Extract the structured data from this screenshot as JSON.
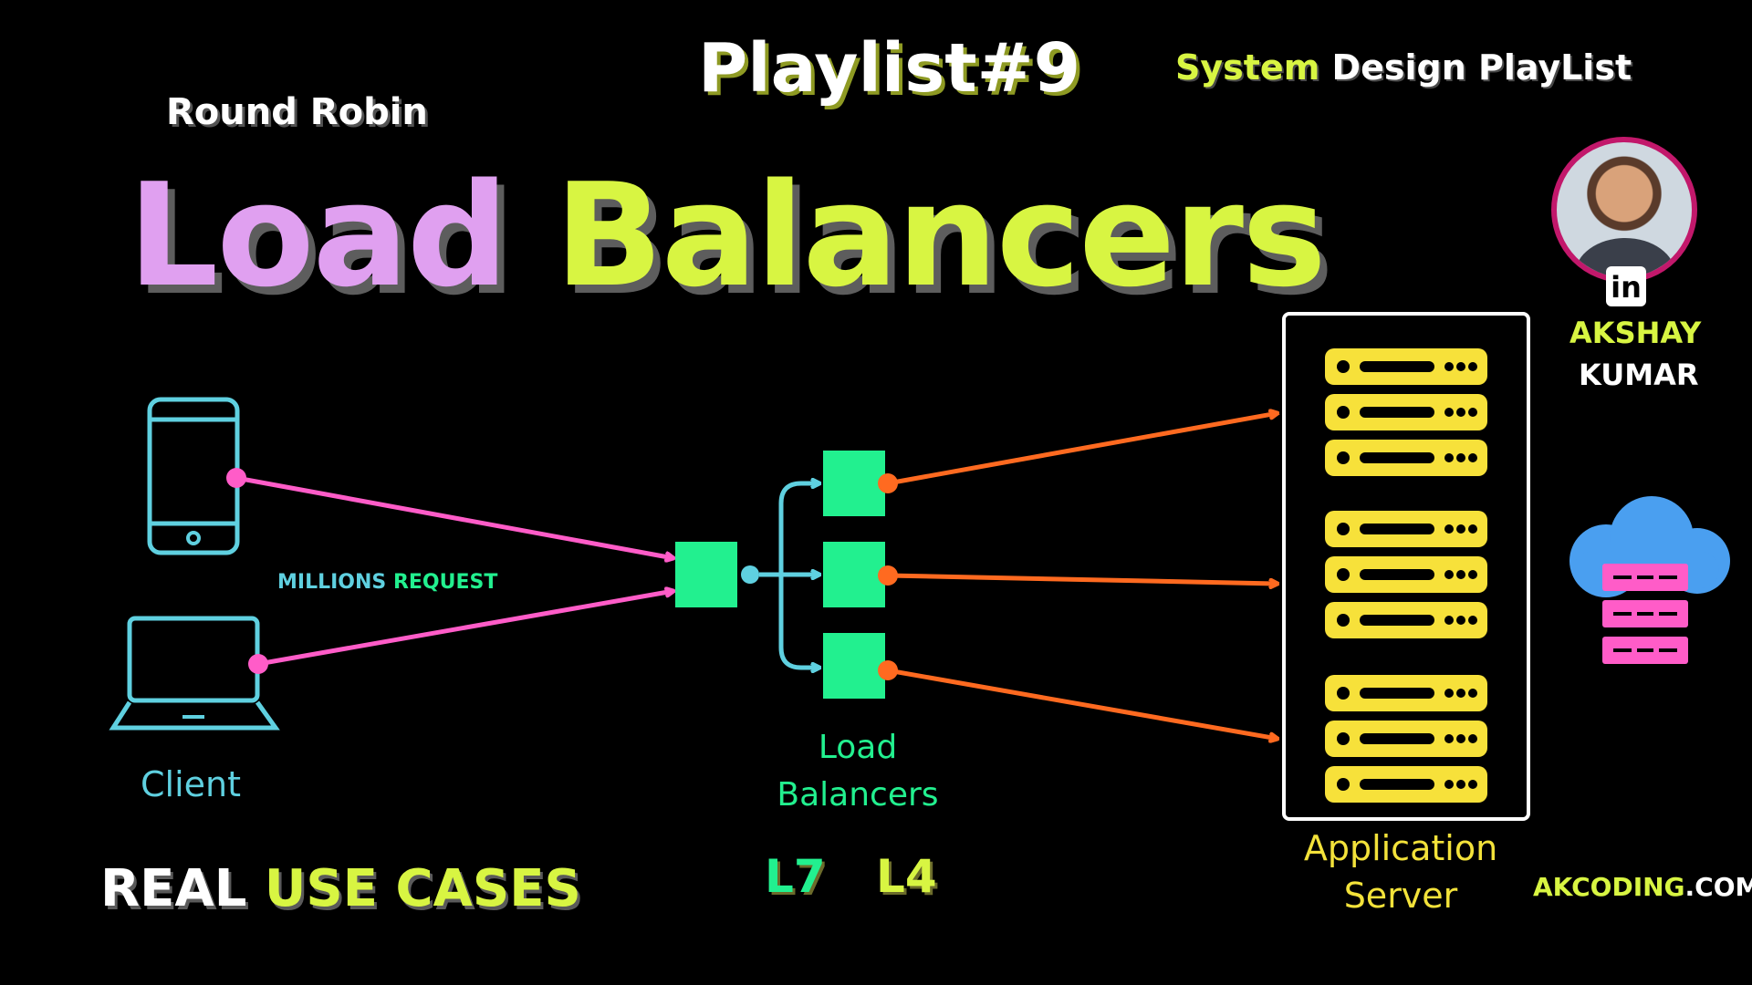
{
  "header": {
    "playlist_number": "Playlist#9",
    "playlist_name_part1": "System",
    "playlist_name_part2": "Design PlayList",
    "subtitle": "Round Robin"
  },
  "title": {
    "part1": "Load",
    "part2": "Balancers"
  },
  "diagram": {
    "request_label_part1": "MILLIONS",
    "request_label_part2": "REQUEST",
    "client_label": "Client",
    "load_balancers_label_line1": "Load",
    "load_balancers_label_line2": "Balancers",
    "layer7": "L7",
    "layer4": "L4",
    "app_server_line1": "Application",
    "app_server_line2": "Server"
  },
  "footer": {
    "use_cases_part1": "REAL",
    "use_cases_part2": "USE CASES",
    "site_part1": "AKCODING",
    "site_part2": ".COM"
  },
  "author": {
    "first_name": "AKSHAY",
    "last_name": "KUMAR",
    "social_badge": "in"
  },
  "colors": {
    "lilac": "#e0a0f0",
    "lime": "#d8f542",
    "green": "#22f08f",
    "cyan": "#5fd0e0",
    "pink": "#ff5cc8",
    "orange": "#ff6a20",
    "yellow": "#f7e13a"
  },
  "icons": [
    "smartphone-icon",
    "laptop-icon",
    "server-rack-icon",
    "cloud-server-icon",
    "linkedin-icon"
  ]
}
